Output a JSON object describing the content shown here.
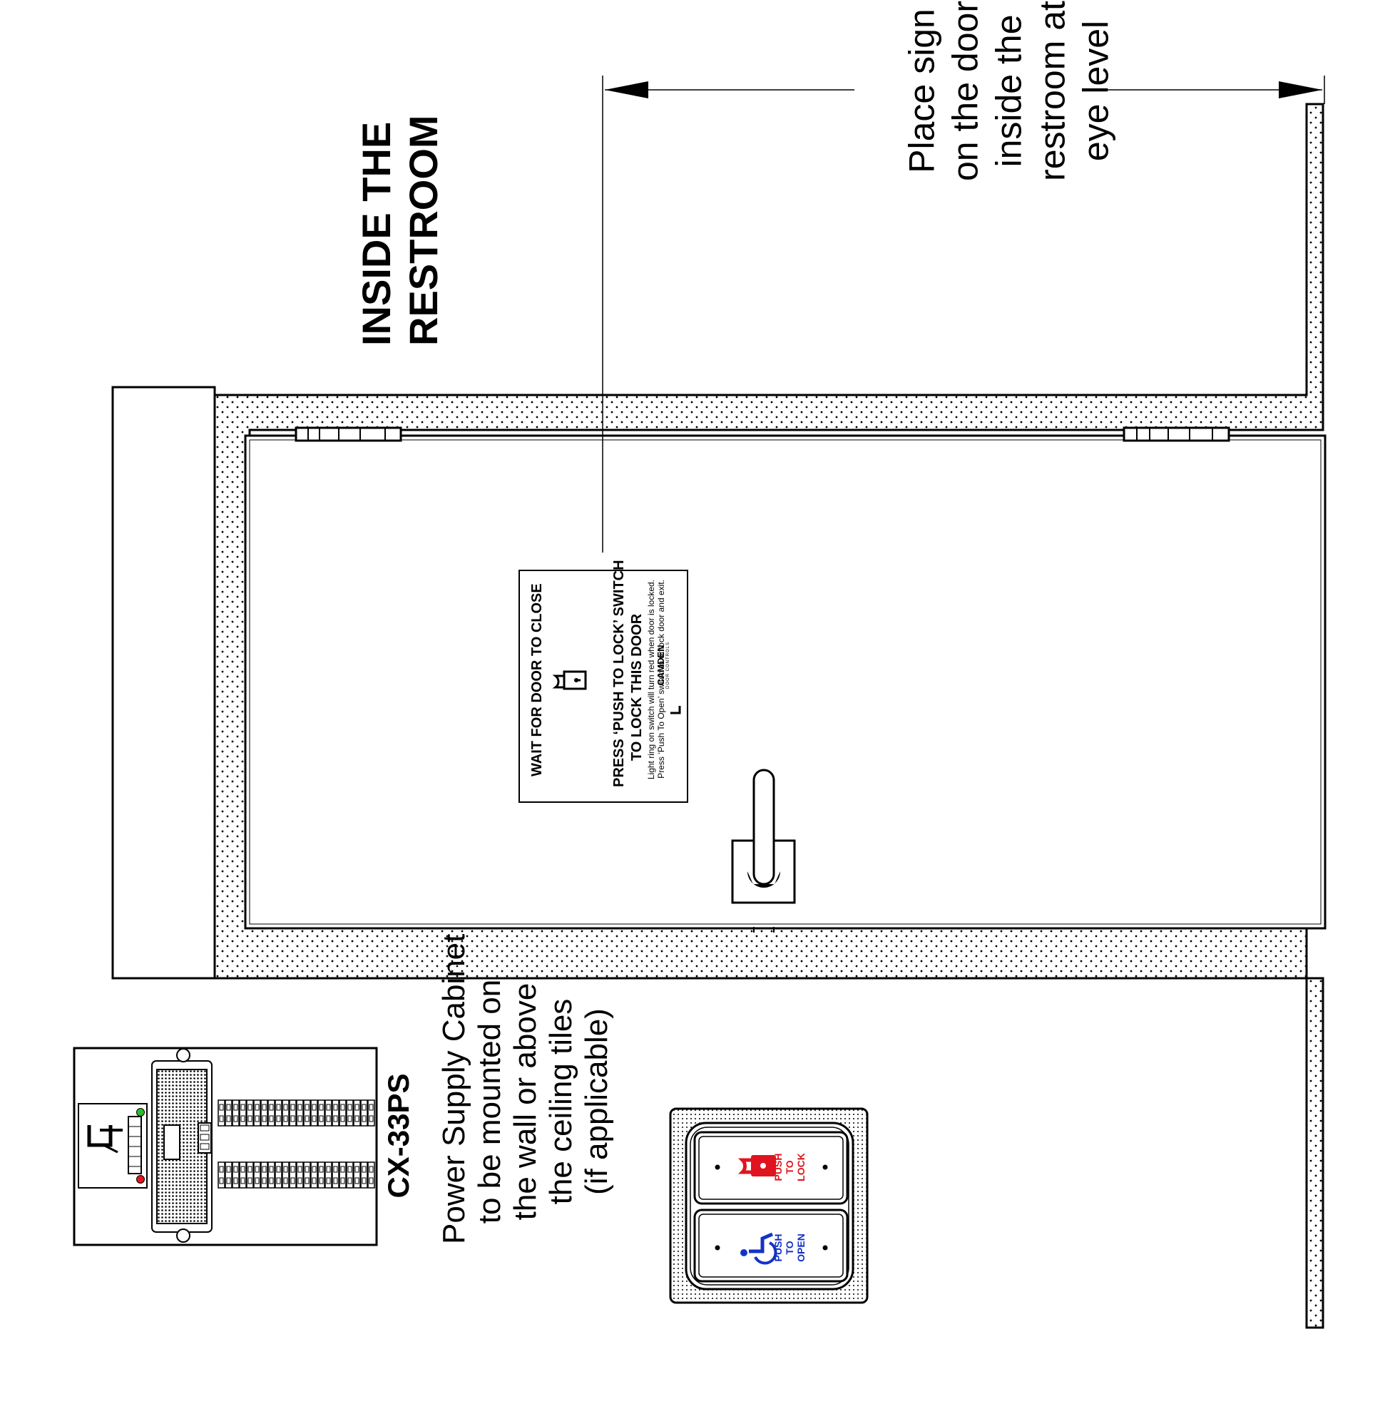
{
  "heading": {
    "line1": "INSIDE THE",
    "line2": "RESTROOM"
  },
  "placement_note": {
    "lines": [
      "Place sign",
      "on the door",
      "inside the",
      "restroom at",
      "eye level"
    ]
  },
  "sign": {
    "line1": "WAIT FOR DOOR TO CLOSE",
    "line2": "PRESS ‘PUSH TO LOCK’ SWITCH",
    "line3": "TO LOCK THIS DOOR",
    "fine1": "Light ring on switch will turn red when door is locked.",
    "fine2": "Press ‘Push To Open’ switch to unlock door and exit.",
    "brand": "CAMDEN",
    "brand_sub": "DOOR CONTROLS",
    "icon": "padlock-icon"
  },
  "cabinet": {
    "model": "CX-33PS",
    "lines": [
      "Power Supply Cabinet",
      "to be mounted on",
      "the wall or above",
      "the ceiling tiles",
      "(if applicable)"
    ]
  },
  "switches": {
    "lock_label": [
      "PUSH",
      "TO",
      "LOCK"
    ],
    "open_label": [
      "PUSH",
      "TO",
      "OPEN"
    ],
    "lock_icon": "padlock-icon",
    "open_icon": "wheelchair-icon",
    "colors": {
      "lock": "#e0141e",
      "open": "#1432c8"
    }
  }
}
